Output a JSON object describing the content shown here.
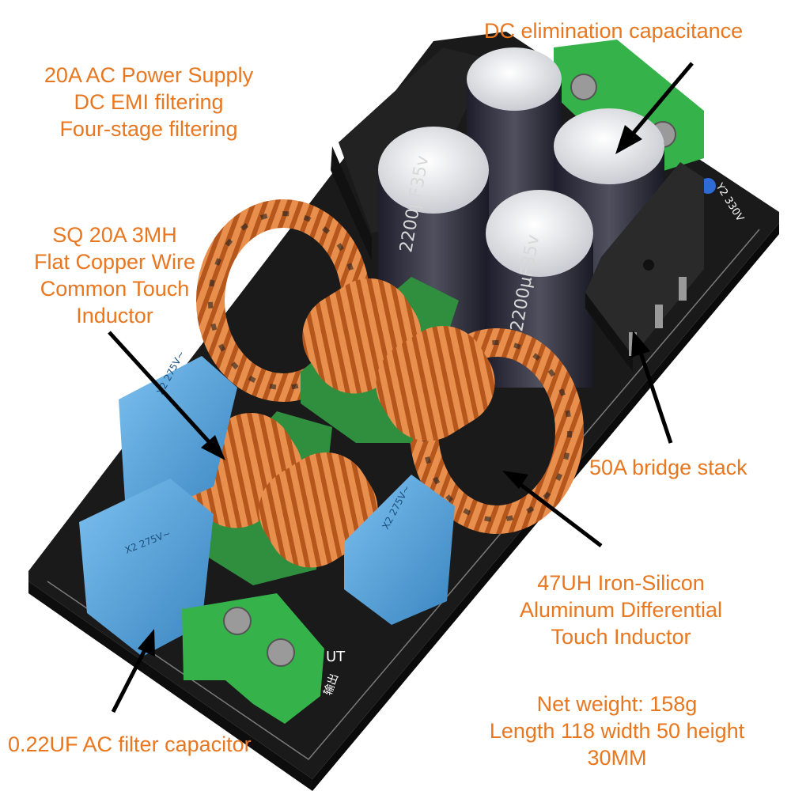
{
  "annotations": {
    "dc_capacitance": "DC elimination capacitance",
    "power_supply": [
      "20A AC Power Supply",
      "DC EMI filtering",
      "Four-stage filtering"
    ],
    "common_inductor": [
      "SQ 20A 3MH",
      "Flat Copper Wire",
      "Common Touch",
      "Inductor"
    ],
    "bridge_stack": "50A bridge stack",
    "diff_inductor": [
      "47UH Iron-Silicon",
      "Aluminum Differential",
      "Touch Inductor"
    ],
    "specs": [
      "Net weight: 158g",
      "Length 118 width 50 height",
      "30MM"
    ],
    "ac_capacitor": "0.22UF AC filter capacitor"
  },
  "board_markings": {
    "capacitor_rating": "2200μF35v",
    "xcap_code": "X2 275V~",
    "y2_label": "Y2 330V",
    "out_label": "UT",
    "chinese_label": "输出"
  },
  "colors": {
    "annotation": "#e8771f",
    "pcb": "#1a1a1a",
    "terminal": "#35b34a",
    "copper": "#c8652a",
    "xcap": "#4a9fd8",
    "heatsink": "#2a2a2a"
  },
  "icons": [
    "arrow-icon"
  ]
}
